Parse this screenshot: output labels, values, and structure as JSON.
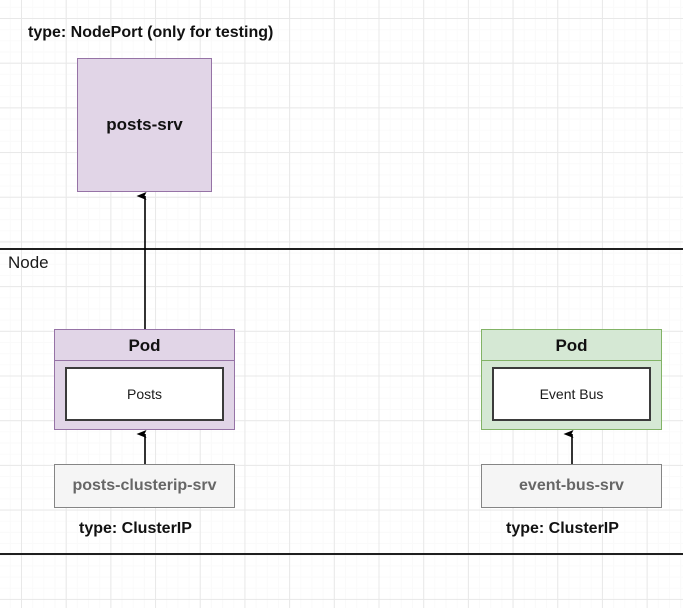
{
  "diagram": {
    "title_label": "type: NodePort (only for testing)",
    "node_boundary_label": "Node",
    "colors": {
      "service_purple_fill": "#e1d5e7",
      "service_purple_stroke": "#9673a6",
      "pod_green_fill": "#d5e8d4",
      "pod_green_stroke": "#82b366",
      "clusterip_fill": "#f5f5f5",
      "clusterip_stroke": "#858585",
      "clusterip_text": "#666666",
      "container_stroke": "#3b3b3b",
      "grid_minor": "#fafafa",
      "grid_major": "#e8e8e8",
      "boundary_line": "#1f1f1f"
    },
    "nodeport_service": {
      "name": "posts-srv",
      "type_label": "type: NodePort (only for testing)"
    },
    "pods": [
      {
        "header": "Pod",
        "container": "Posts",
        "service_name": "posts-clusterip-srv",
        "service_type_label": "type: ClusterIP"
      },
      {
        "header": "Pod",
        "container": "Event Bus",
        "service_name": "event-bus-srv",
        "service_type_label": "type: ClusterIP"
      }
    ],
    "connections": [
      {
        "from": "posts-srv",
        "to": "Posts pod"
      },
      {
        "from": "posts-clusterip-srv",
        "to": "Posts pod"
      },
      {
        "from": "event-bus-srv",
        "to": "Event Bus pod"
      }
    ]
  }
}
